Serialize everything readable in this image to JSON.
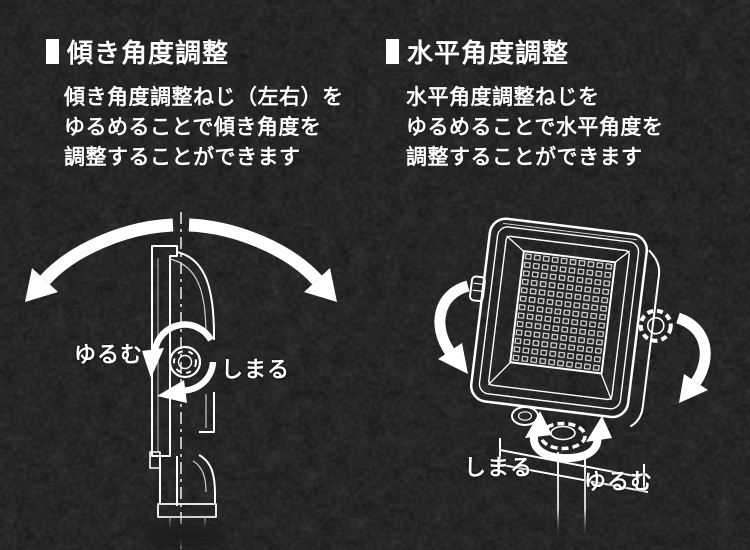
{
  "colors": {
    "background": "#131313",
    "line_art": "#ffffff",
    "text": "#ffffff"
  },
  "sections": {
    "tilt": {
      "heading": "傾き角度調整",
      "body_lines": [
        "傾き角度調整ねじ（左右）を",
        "ゆるめることで傾き角度を",
        "調整することができます"
      ],
      "labels": {
        "loosen": "ゆるむ",
        "tighten": "しまる"
      }
    },
    "horizontal": {
      "heading": "水平角度調整",
      "body_lines": [
        "水平角度調整ねじを",
        "ゆるめることで水平角度を",
        "調整することができます"
      ],
      "labels": {
        "tighten": "しまる",
        "loosen": "ゆるむ"
      }
    }
  }
}
